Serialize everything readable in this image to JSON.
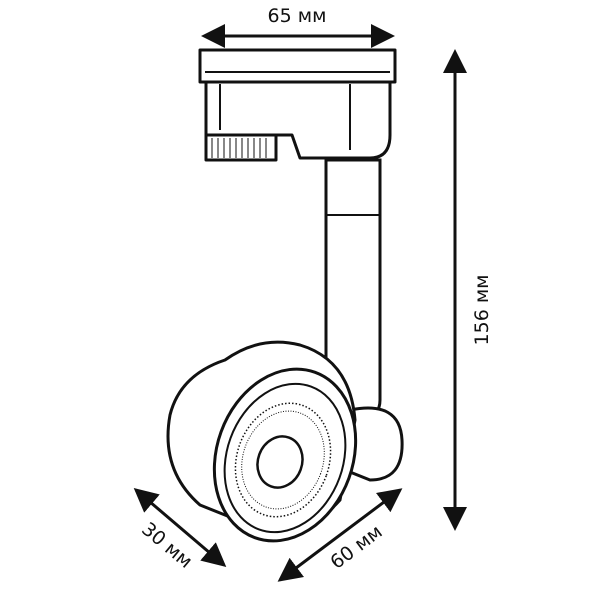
{
  "dimensions": {
    "width": "65 мм",
    "height": "156 мм",
    "depth": "30 мм",
    "diameter": "60 мм"
  },
  "colors": {
    "stroke": "#111111",
    "background": "#ffffff"
  }
}
